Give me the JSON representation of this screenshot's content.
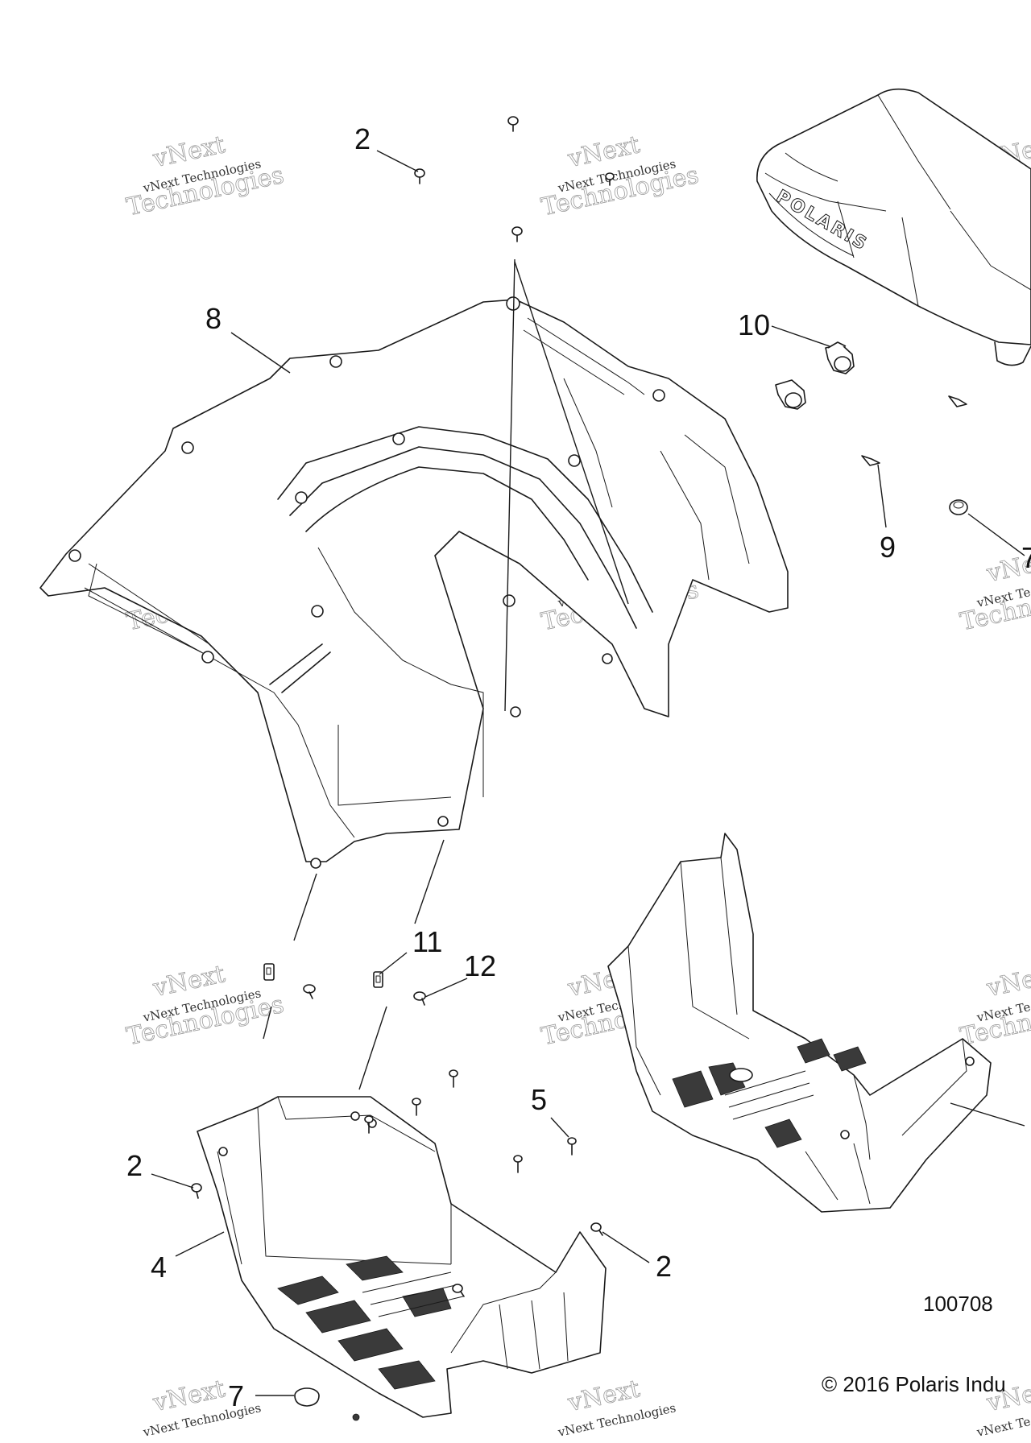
{
  "callouts": [
    {
      "id": "2a",
      "text": "2"
    },
    {
      "id": "2b",
      "text": "2"
    },
    {
      "id": "2c",
      "text": "2"
    },
    {
      "id": "4",
      "text": "4"
    },
    {
      "id": "5",
      "text": "5"
    },
    {
      "id": "7a",
      "text": "7"
    },
    {
      "id": "7b",
      "text": "7"
    },
    {
      "id": "8",
      "text": "8"
    },
    {
      "id": "9",
      "text": "9"
    },
    {
      "id": "10",
      "text": "10"
    },
    {
      "id": "11",
      "text": "11"
    },
    {
      "id": "12",
      "text": "12"
    }
  ],
  "diagram_number": "100708",
  "copyright": "© 2016 Polaris Indu",
  "seat_brand": "POLARIS",
  "watermark": {
    "line1": "vNext",
    "line2": "vNext Technologies",
    "line3": "Technologies"
  }
}
